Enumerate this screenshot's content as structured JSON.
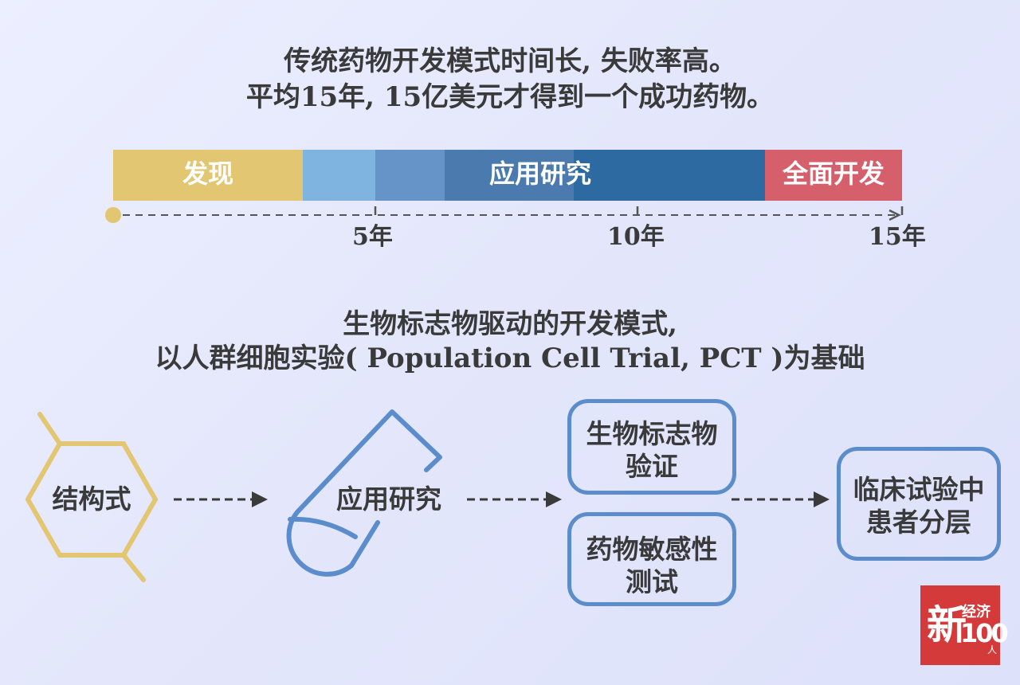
{
  "header": {
    "line1": "传统药物开发模式时间长, 失败率高。",
    "line2": "平均15年, 15亿美元才得到一个成功药物。"
  },
  "timeline": {
    "phases": {
      "discovery": "发现",
      "applied": "应用研究",
      "full": "全面开发"
    },
    "ticks": [
      "5年",
      "10年",
      "15年"
    ],
    "colors": {
      "discovery": "#e2c672",
      "applied_1": "#80b4e0",
      "applied_2": "#6794c8",
      "applied_3": "#4a7aae",
      "applied_4": "#2d6aa1",
      "full": "#d65f6c",
      "axis": "#555555",
      "start_dot": "#e2c672"
    }
  },
  "section2": {
    "line1": "生物标志物驱动的开发模式,",
    "line2": "以人群细胞实验( Population Cell Trial,  PCT )为基础"
  },
  "flow": {
    "step1": "结构式",
    "step2": "应用研究",
    "step3a": [
      "生物标志物",
      "验证"
    ],
    "step3b": [
      "药物敏感性",
      "测试"
    ],
    "step4": [
      "临床试验中",
      "患者分层"
    ],
    "colors": {
      "hexagon": "#e2c672",
      "outline": "#5b8ccb",
      "arrow": "#3a3a3a"
    }
  },
  "logo": {
    "main": "新",
    "sub": "经济",
    "num": "100",
    "tail": "人"
  }
}
